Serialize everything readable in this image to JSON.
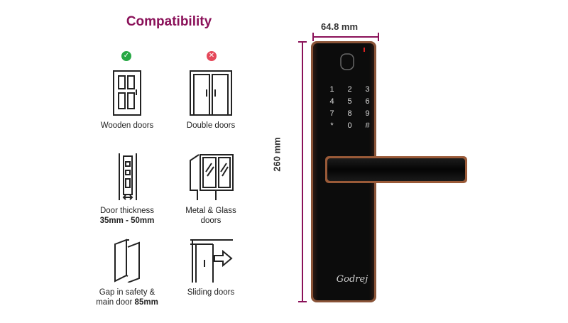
{
  "heading": "Compatibility",
  "items": [
    {
      "label": "Wooden doors",
      "status": "supported"
    },
    {
      "label": "Double doors",
      "status": "not-supported"
    },
    {
      "label": "Door thickness",
      "detail": "35mm - 50mm"
    },
    {
      "label": "Metal & Glass",
      "detail": "doors"
    },
    {
      "label": "Gap in safety &",
      "detail_prefix": "main door ",
      "detail": "85mm"
    },
    {
      "label": "Sliding doors"
    }
  ],
  "dimensions": {
    "width": "64.8 mm",
    "height": "260 mm"
  },
  "keypad": [
    "1",
    "2",
    "3",
    "4",
    "5",
    "6",
    "7",
    "8",
    "9",
    "*",
    "0",
    "#"
  ],
  "brand": "Godrej",
  "colors": {
    "accent": "#8a1159",
    "ok": "#27a844",
    "no": "#e5485a",
    "lock_body": "#111111",
    "trim": "#9a5a38"
  }
}
